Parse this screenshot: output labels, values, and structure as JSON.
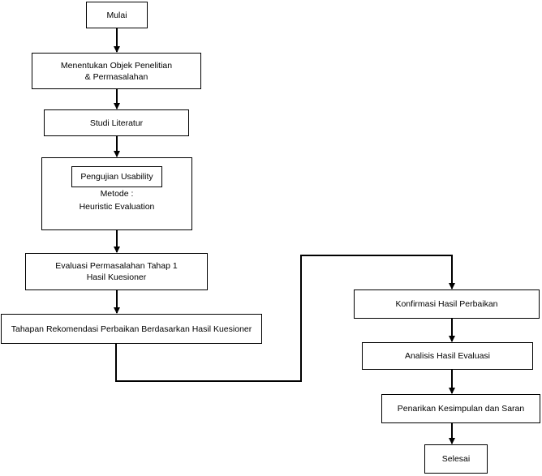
{
  "nodes": {
    "mulai": "Mulai",
    "menentukan": [
      "Menentukan Objek Penelitian",
      "& Permasalahan"
    ],
    "studi": "Studi Literatur",
    "pengujian": {
      "title": "Pengujian Usability",
      "method_label": "Metode :",
      "method": "Heuristic Evaluation"
    },
    "evaluasi": [
      "Evaluasi Permasalahan Tahap 1",
      "Hasil Kuesioner"
    ],
    "tahapan": "Tahapan Rekomendasi Perbaikan Berdasarkan Hasil Kuesioner",
    "konfirmasi": "Konfirmasi Hasil Perbaikan",
    "analisis": "Analisis Hasil Evaluasi",
    "penarikan": "Penarikan Kesimpulan dan Saran",
    "selesai": "Selesai"
  },
  "colors": {
    "stroke": "#000000",
    "background": "#ffffff"
  }
}
